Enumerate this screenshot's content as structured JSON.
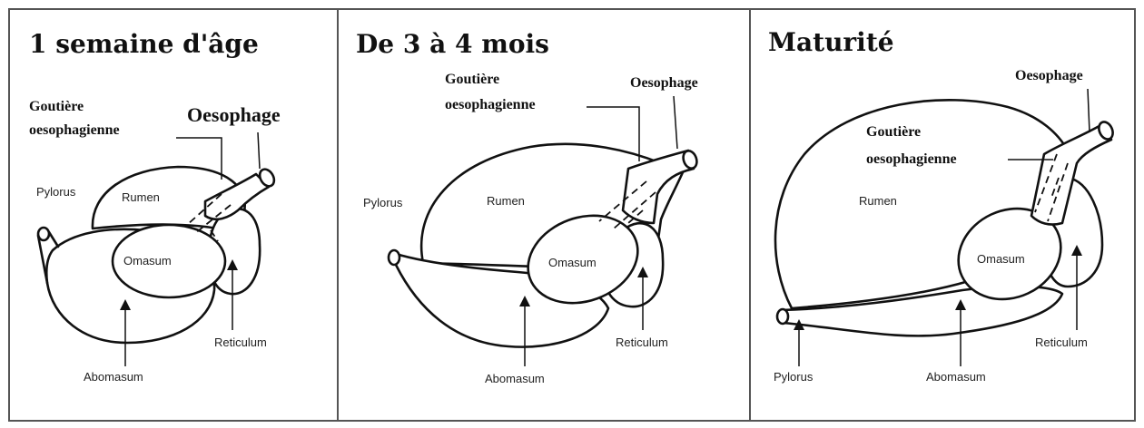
{
  "panels": [
    {
      "title": "1 semaine d'âge",
      "labels": {
        "gutter": [
          "Goutière",
          "oesophagienne"
        ],
        "oesophagus": "Oesophage",
        "pylorus": "Pylorus",
        "rumen": "Rumen",
        "omasum": "Omasum",
        "reticulum": "Reticulum",
        "abomasum": "Abomasum"
      }
    },
    {
      "title": "De 3 à 4 mois",
      "labels": {
        "gutter": [
          "Goutière",
          "oesophagienne"
        ],
        "oesophagus": "Oesophage",
        "pylorus": "Pylorus",
        "rumen": "Rumen",
        "omasum": "Omasum",
        "reticulum": "Reticulum",
        "abomasum": "Abomasum"
      }
    },
    {
      "title": "Maturité",
      "labels": {
        "gutter": [
          "Goutière",
          "oesophagienne"
        ],
        "oesophagus": "Oesophage",
        "pylorus": "Pylorus",
        "rumen": "Rumen",
        "omasum": "Omasum",
        "reticulum": "Reticulum",
        "abomasum": "Abomasum"
      }
    }
  ]
}
